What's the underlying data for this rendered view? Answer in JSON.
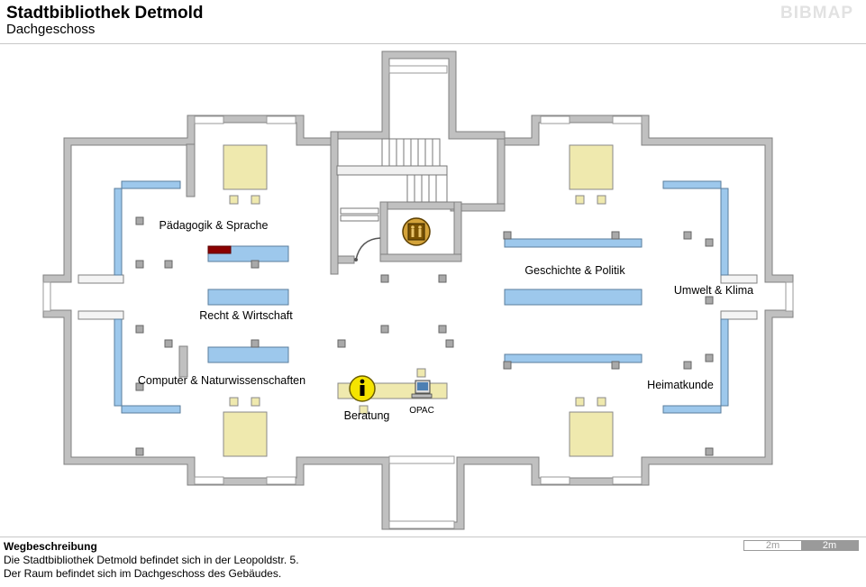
{
  "header": {
    "title": "Stadtbibliothek Detmold",
    "subtitle": "Dachgeschoss",
    "logo": "BIBMAP"
  },
  "map": {
    "sections": {
      "paedagogik": "Pädagogik & Sprache",
      "recht": "Recht & Wirtschaft",
      "computer": "Computer & Naturwissenschaften",
      "geschichte": "Geschichte & Politik",
      "umwelt": "Umwelt & Klima",
      "heimat": "Heimatkunde",
      "beratung": "Beratung",
      "opac": "OPAC"
    },
    "colors": {
      "wall": "#c0c0c0",
      "shelf": "#9dc8ec",
      "table": "#efe9ae",
      "highlight": "#8b0000"
    }
  },
  "footer": {
    "title": "Wegbeschreibung",
    "line1": "Die Stadtbibliothek Detmold befindet sich in der Leopoldstr. 5.",
    "line2": "Der Raum befindet sich im Dachgeschoss des Gebäudes.",
    "scale": [
      "2m",
      "2m"
    ]
  }
}
